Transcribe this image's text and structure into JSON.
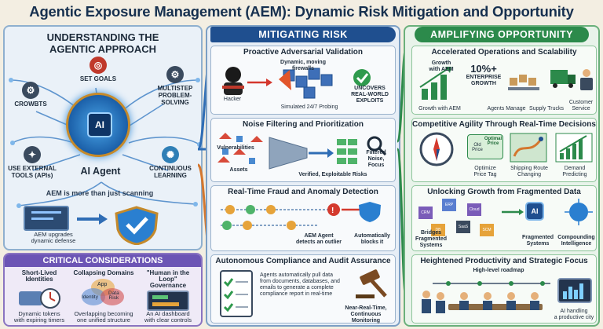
{
  "title": "Agentic Exposure Management (AEM): Dynamic Risk Mitigation and Opportunity Amplification",
  "left": {
    "heading_line1": "UNDERSTANDING THE",
    "heading_line2": "AGENTIC APPROACH",
    "hub_chip": "AI",
    "hub_label": "AI Agent",
    "nodes": {
      "set_goals": "SET GOALS",
      "crowbts": "CROWBTS",
      "multistep_1": "MULTISTEP",
      "multistep_2": "PROBLEM-",
      "multistep_3": "SOLVING",
      "external_1": "USE EXTERNAL",
      "external_2": "TOOLS (APIs)",
      "learning_1": "CONTINUOUS",
      "learning_2": "LEARNING"
    },
    "strip": "AEM is more than just scanning",
    "upgrade_1": "AEM upgrades",
    "upgrade_2": "dynamic defense"
  },
  "critical": {
    "heading": "CRITICAL CONSIDERATIONS",
    "c1_title": "Short-Lived Identities",
    "c1_cap1": "Dynamic tokens",
    "c1_cap2": "with expiring timers",
    "c2_title": "Collapsing Domains",
    "c2_app": "App",
    "c2_identity": "Identity",
    "c2_data1": "Data",
    "c2_data2": "Risk",
    "c2_cap1": "Overlapping becoming",
    "c2_cap2": "one unified structure",
    "c3_title1": "\"Human in the Loop\"",
    "c3_title2": "Governance",
    "c3_cap1": "An AI dashboard",
    "c3_cap2": "with clear controls"
  },
  "mitigating": {
    "banner": "MITIGATING RISK",
    "c1": {
      "title": "Proactive Adversarial Validation",
      "dynamic1": "Dynamic, moving",
      "dynamic2": "firewalls",
      "hacker": "Hacker",
      "probing": "Simulated 24/7 Probing",
      "uncovers1": "UNCOVERS",
      "uncovers2": "REAL-WORLD",
      "uncovers3": "EXPLOITS"
    },
    "c2": {
      "title": "Noise Filtering and Prioritization",
      "vuln": "Vulnerabilities",
      "assets": "Assets",
      "verified": "Verified, Exploitable Risks",
      "filtered1": "Filtered",
      "filtered2": "Noise,",
      "filtered3": "Focus"
    },
    "c3": {
      "title": "Real-Time Fraud and Anomaly Detection",
      "agent1": "AEM Agent",
      "agent2": "detects an outlier",
      "blocks1": "Automatically",
      "blocks2": "blocks it"
    },
    "c4": {
      "title": "Autonomous Compliance and Audit Assurance",
      "body1": "Agents automatically pull data",
      "body2": "from documents, databases, and",
      "body3": "emails to generate a complete",
      "body4": "compliance report in real-time",
      "near1": "Near-Real-Time,",
      "near2": "Continuous Monitoring"
    }
  },
  "amplifying": {
    "banner": "AMPLIFYING OPPORTUNITY",
    "c1": {
      "title": "Accelerated Operations and Scalability",
      "growth1": "Growth",
      "growth2": "with AEM",
      "big": "10%+",
      "enterprise1": "ENTERPRISE",
      "enterprise2": "GROWTH",
      "cap_growth": "Growth with AEM",
      "cap_agents": "Agents Manage",
      "cap_trucks": "Supply Trucks",
      "cap_service1": "Customer",
      "cap_service2": "Service"
    },
    "c2": {
      "title": "Competitive Agility Through Real-Time Decisions",
      "tag_old1": "Old",
      "tag_old2": "Price",
      "tag_opt1": "Optimal",
      "tag_opt2": "Price",
      "cap_price1": "Optimize",
      "cap_price2": "Price Tag",
      "cap_route1": "Shipping Route",
      "cap_route2": "Changing",
      "cap_demand1": "Demand",
      "cap_demand2": "Predicting"
    },
    "c3": {
      "title": "Unlocking Growth from Fragmented Data",
      "bridges1": "Bridges",
      "bridges2": "Fragmented",
      "bridges3": "Systems",
      "ai": "AI",
      "frag1": "Fragmented",
      "frag2": "Systems",
      "comp1": "Compounding",
      "comp2": "Intelligence",
      "cubes": [
        "CRM",
        "ERP",
        "Cloud",
        "DB",
        "SaaS",
        "SCM"
      ]
    },
    "c4": {
      "title": "Heightened Productivity and Strategic Focus",
      "roadmap": "High-level roadmap",
      "ai_handling1": "AI handling",
      "ai_handling2": "a productive city"
    }
  },
  "colors": {
    "mitigate": "#1f4f8f",
    "amplify": "#2c8a4b",
    "critical": "#6c55b5",
    "gold": "#c58a2b"
  }
}
